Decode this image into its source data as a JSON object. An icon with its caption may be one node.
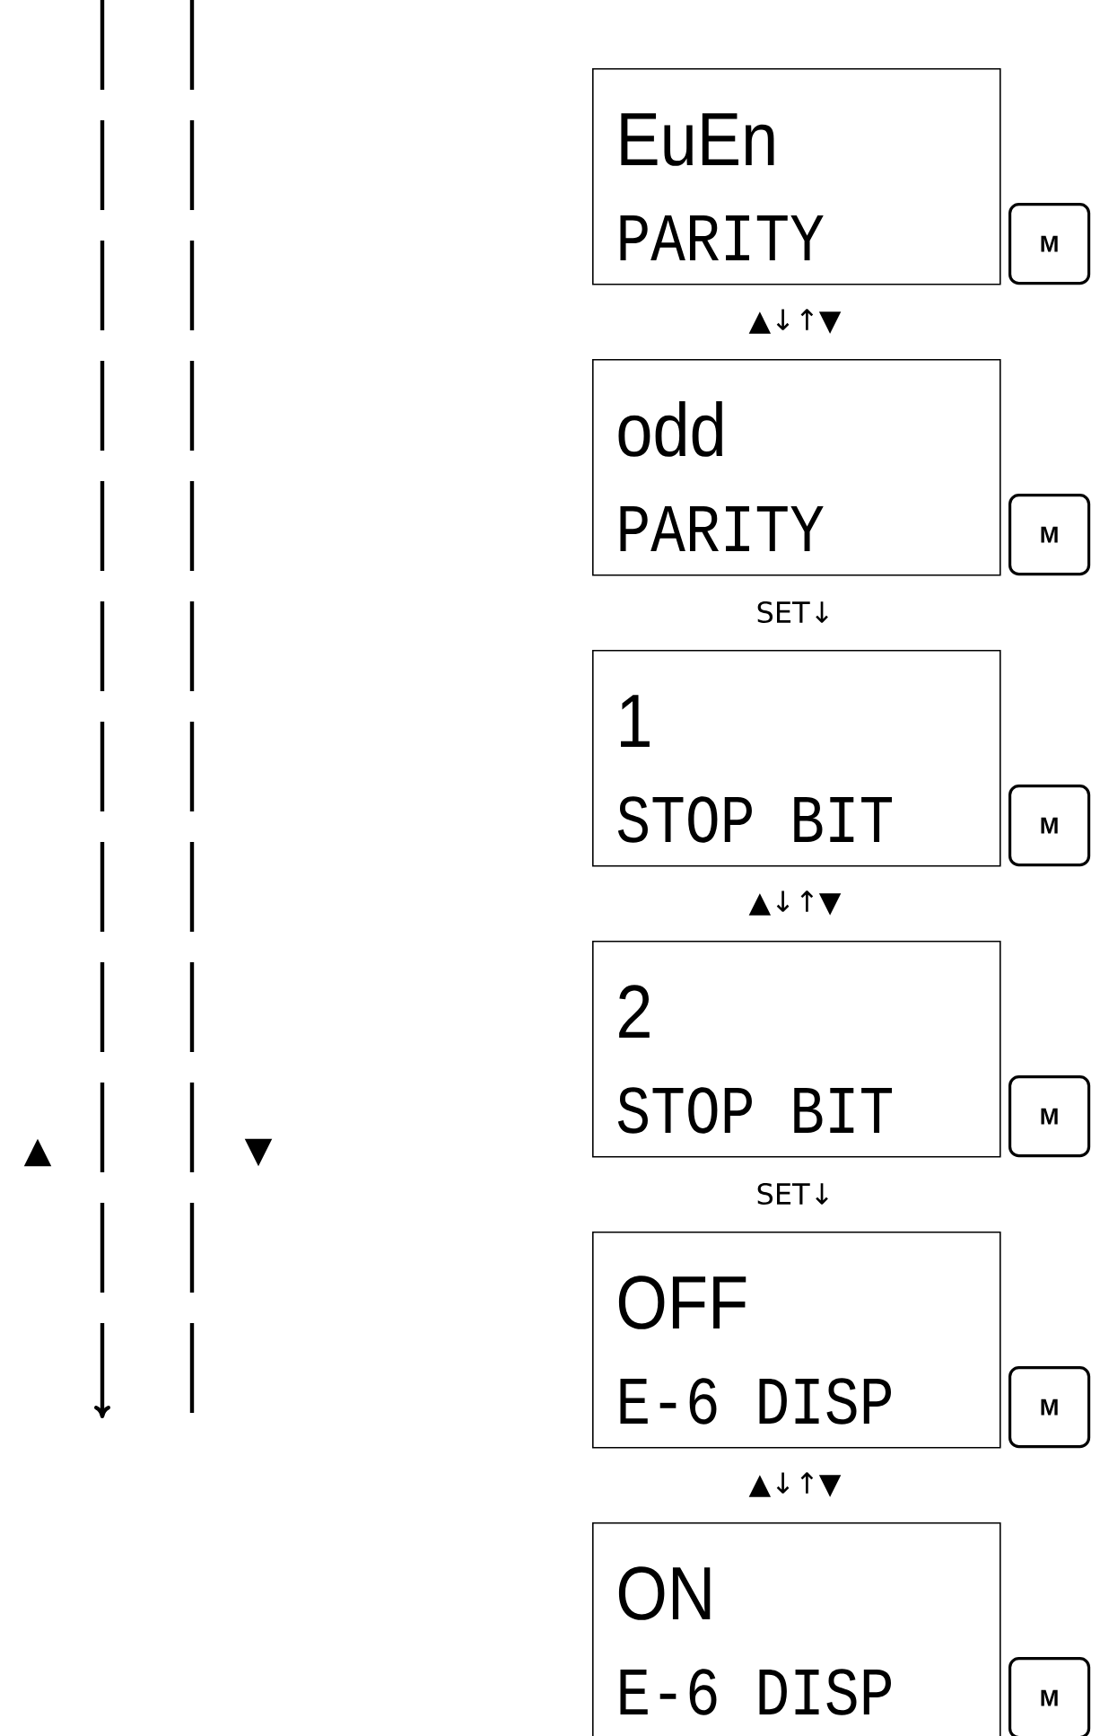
{
  "diagram": {
    "nodes": [
      {
        "text": [
          "EuEn",
          "PARITY"
        ]
      },
      {
        "text": [
          "M"
        ]
      },
      {
        "text": [
          "odd",
          "PARITY"
        ]
      },
      {
        "text": [
          "M"
        ]
      },
      {
        "text": [
          "1",
          "STOP BIT"
        ]
      },
      {
        "text": [
          "M"
        ]
      },
      {
        "text": [
          "2",
          "STOP BIT"
        ]
      },
      {
        "text": [
          "M"
        ]
      },
      {
        "text": [
          "OFF",
          "E-6 DISP"
        ]
      },
      {
        "text": [
          "M"
        ]
      },
      {
        "text": [
          "ON",
          "E-6 DISP"
        ]
      },
      {
        "text": [
          "M"
        ]
      }
    ],
    "labels": [
      "▲↓↑▼",
      "SET↓",
      "▲↓↑▼",
      "SET↓",
      "▲↓↑▼",
      "▲",
      "▼"
    ]
  }
}
